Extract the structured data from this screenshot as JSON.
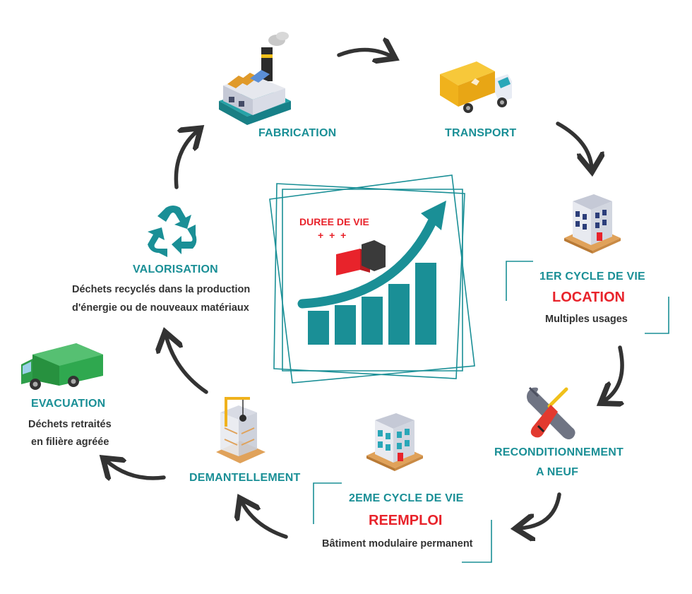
{
  "center": {
    "label": "DUREE DE VIE",
    "plus": "+ + +"
  },
  "steps": {
    "fabrication": {
      "title": "FABRICATION"
    },
    "transport": {
      "title": "TRANSPORT"
    },
    "cycle1": {
      "title": "1ER CYCLE DE VIE",
      "highlight": "LOCATION",
      "desc": "Multiples usages"
    },
    "reconditionnement": {
      "title_line1": "RECONDITIONNEMENT",
      "title_line2": "A NEUF"
    },
    "cycle2": {
      "title": "2EME CYCLE DE VIE",
      "highlight": "REEMPLOI",
      "desc": "Bâtiment modulaire permanent"
    },
    "demantellement": {
      "title": "DEMANTELLEMENT"
    },
    "evacuation": {
      "title": "EVACUATION",
      "desc_line1": "Déchets retraités",
      "desc_line2": "en filière agréée"
    },
    "valorisation": {
      "title": "VALORISATION",
      "desc_line1": "Déchets recyclés dans la production",
      "desc_line2": "d'énergie ou de nouveaux matériaux"
    }
  },
  "colors": {
    "teal": "#1a8f96",
    "red": "#e8232b",
    "arrow": "#333333"
  },
  "icons": [
    "factory-icon",
    "delivery-truck-icon",
    "building-icon",
    "tools-icon",
    "modular-building-icon",
    "demolition-icon",
    "garbage-truck-icon",
    "recycle-icon",
    "growth-chart-icon",
    "containers-icon"
  ]
}
